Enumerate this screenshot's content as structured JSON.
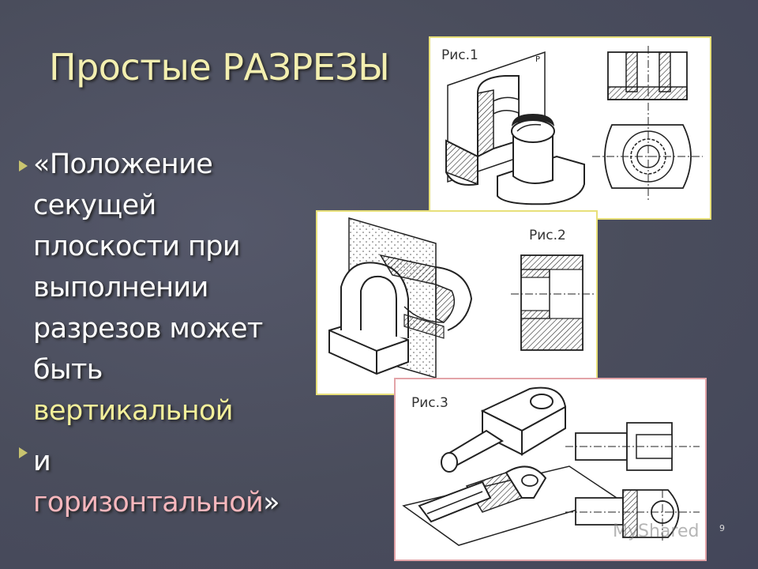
{
  "slide": {
    "title": "Простые РАЗРЕЗЫ",
    "body": {
      "line1": "«Положение",
      "line2": "секущей",
      "line3": "плоскости при",
      "line4": "выполнении",
      "line5": "разрезов может",
      "line6": "быть",
      "line7": "вертикальной",
      "line8": "и",
      "line9_text": "горизонтальной",
      "line9_close": "»"
    },
    "page_number": "9",
    "watermark": "MyShared"
  },
  "figures": [
    {
      "label": "Рис.1",
      "border": "#e8e07a"
    },
    {
      "label": "Рис.2",
      "border": "#e8e07a"
    },
    {
      "label": "Рис.3",
      "border": "#e3a4a8"
    }
  ],
  "colors": {
    "background": "#4a4d5c",
    "title": "#f3efb0",
    "highlight_yellow": "#f3ef9a",
    "highlight_pink": "#f7b7bd"
  }
}
